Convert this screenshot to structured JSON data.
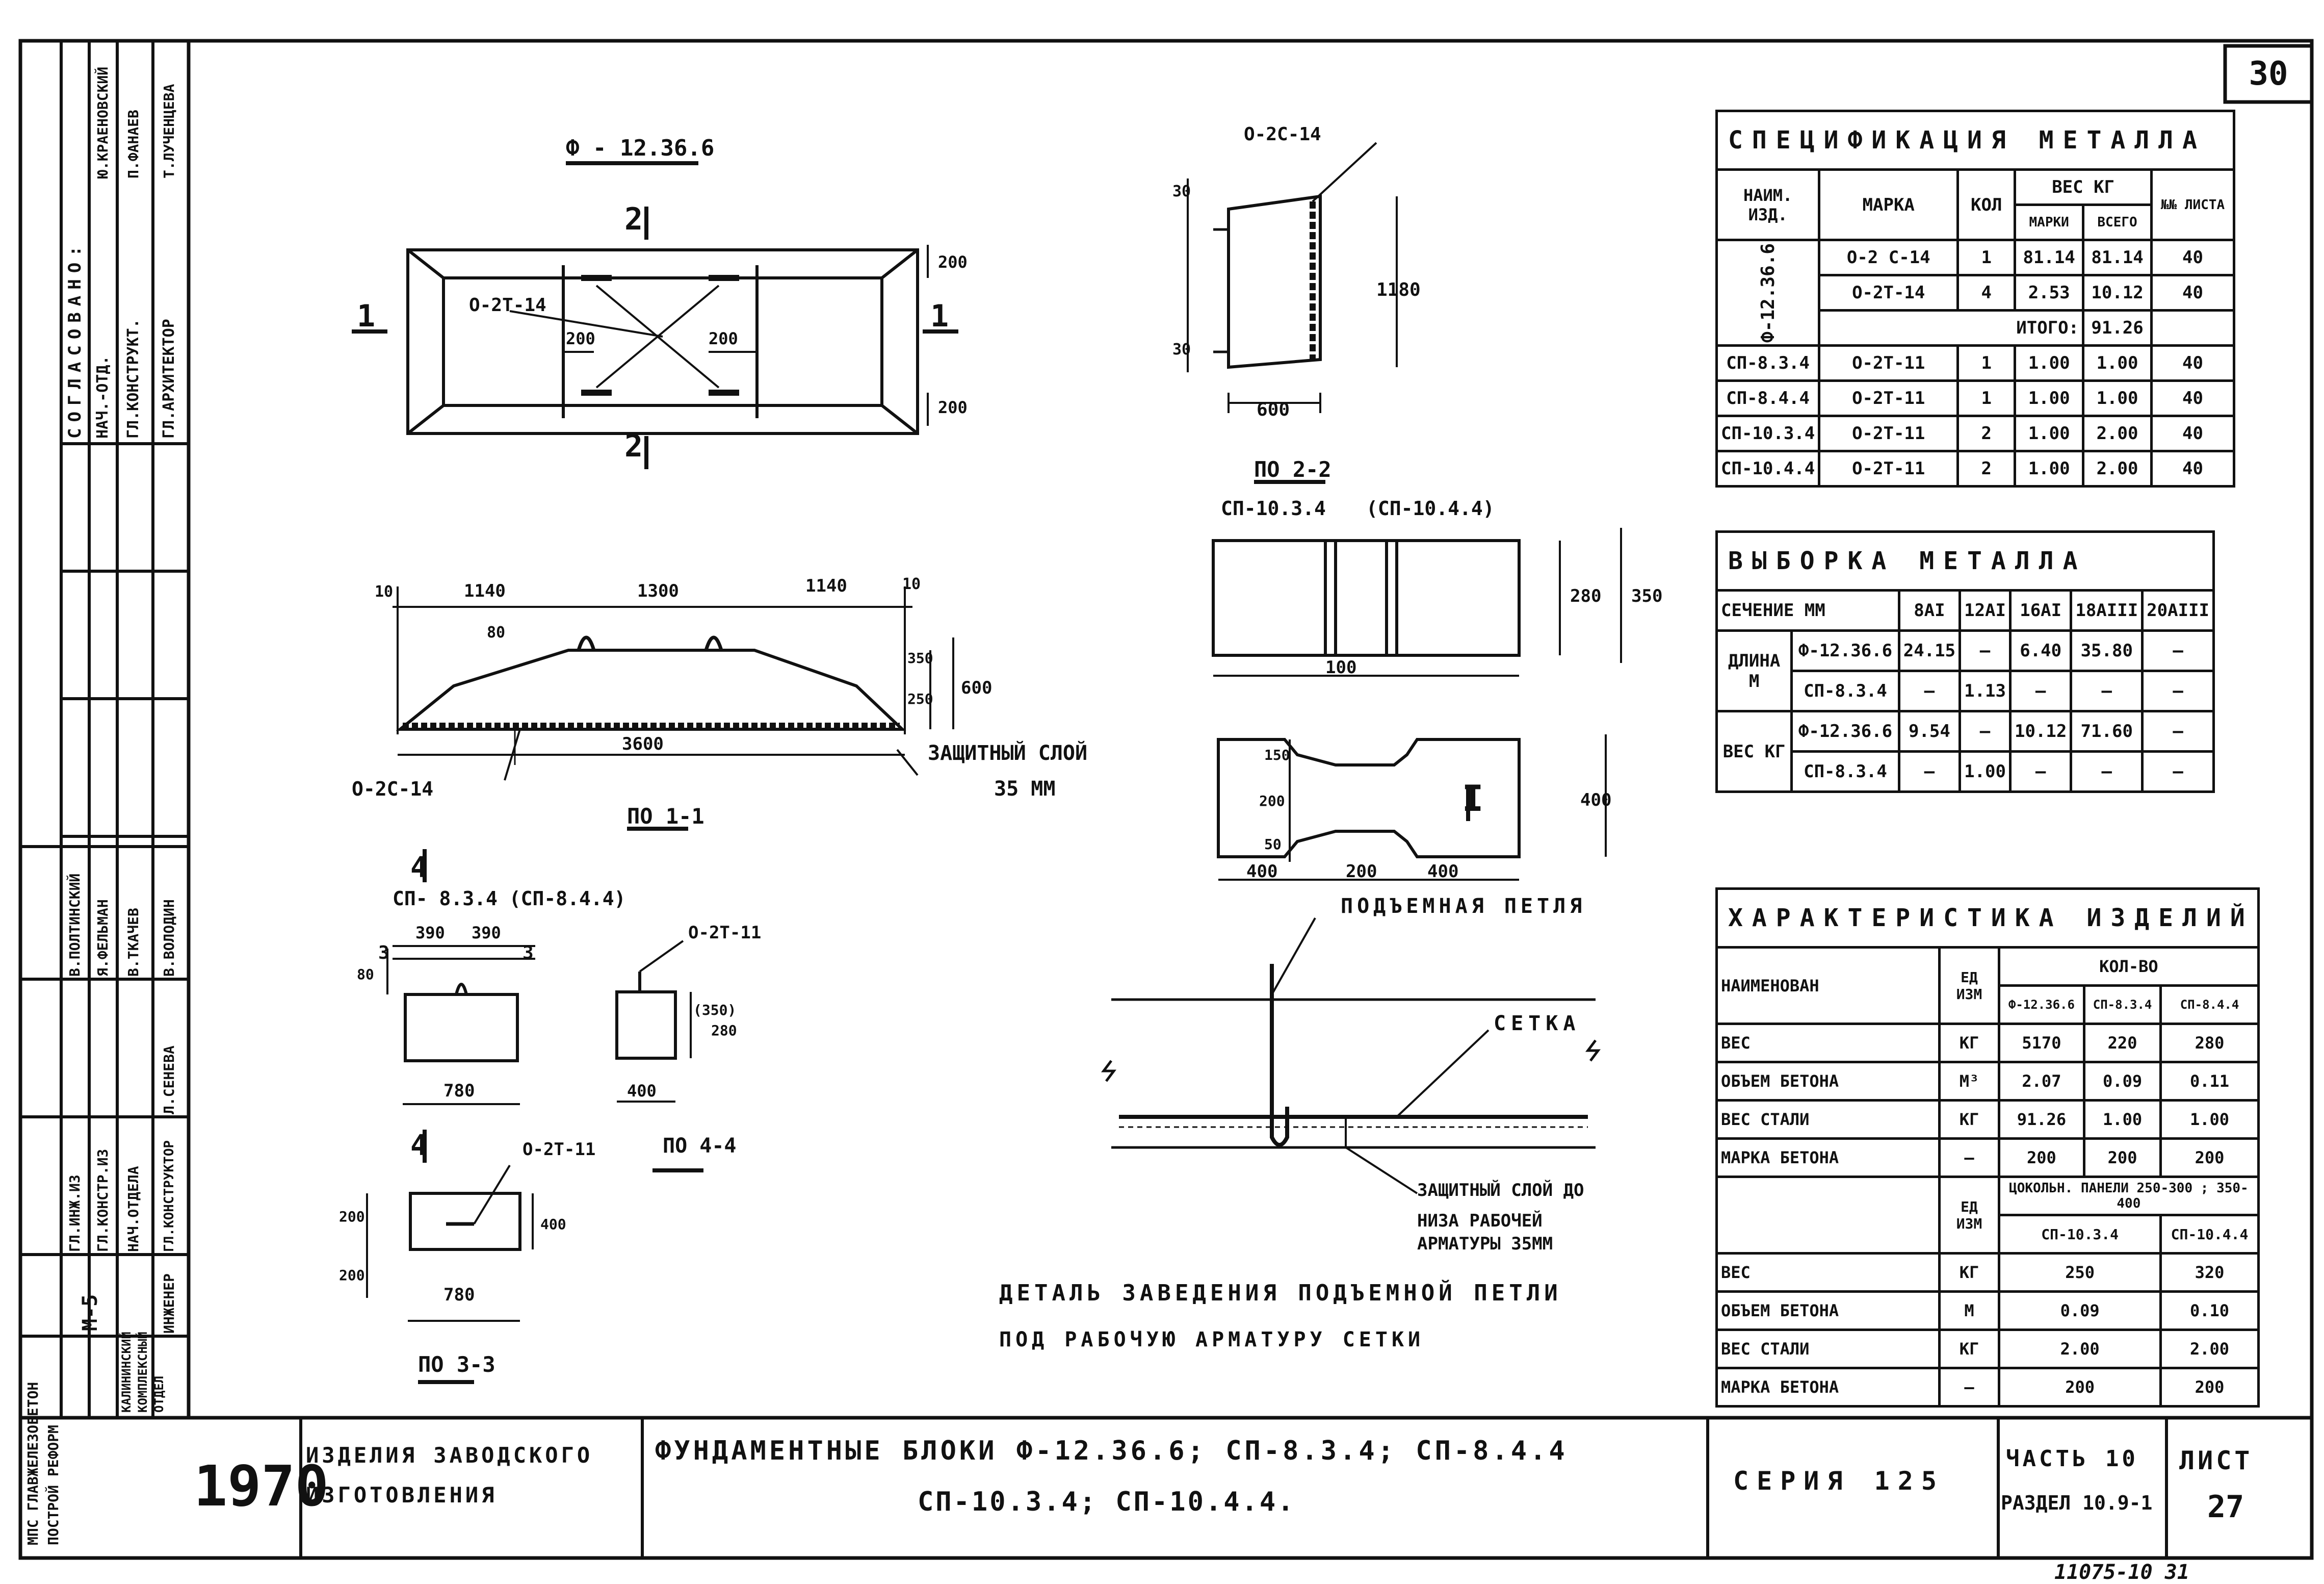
{
  "sheet_number": "30",
  "footer_ref": "11075-10  31",
  "stamp": {
    "year": "1970",
    "group": "ИЗДЕЛИЯ ЗАВОДСКОГО ИЗГОТОВЛЕНИЯ",
    "title_line1": "ФУНДАМЕНТНЫЕ БЛОКИ Ф-12.36.6; СП-8.3.4; СП-8.4.4",
    "title_line2": "СП-10.3.4;  СП-10.4.4.",
    "series": "СЕРИЯ  125",
    "part": "ЧАСТЬ 10",
    "section": "РАЗДЕЛ 10.9-1",
    "sheet_label": "ЛИСТ",
    "sheet": "27",
    "org": "МПС ГЛАВЖЕЛЕЗОБЕТОН ПОСТРОЙ РЕФОРМ",
    "org2": "КАЛИНИНСКИЙ КОМПЛЕКСНЫЙ ОТДЕЛ",
    "code": "М-5"
  },
  "side_block": {
    "agreed_title": "СОГЛАСОВАНО:",
    "agreed_roles": [
      "НАЧ.-ОТД.",
      "ГЛ.КОНСТРУКТ.",
      "ГЛ.АРХИТЕКТОР"
    ],
    "agreed_names": [
      "Ю.КРАЕНОВСКИЙ",
      "П.ФАНАЕВ",
      "Т.ЛУЧЕНЦЕВА"
    ],
    "roles": [
      "ГЛ.ИНЖ.ИЗ",
      "ГЛ.КОНСТР.ИЗ",
      "НАЧ.ОТДЕЛА",
      "ГЛ.КОНСТРУКТОР",
      "ИНЖЕНЕР"
    ],
    "names": [
      "В.ПОЛТИНСКИЙ",
      "Я.ФЕЛЬМАН",
      "В.ТКАЧЕВ",
      "В.ВОЛОДИН",
      "Л.СЕНЕВА"
    ]
  },
  "spec_table": {
    "title": "СПЕЦИФИКАЦИЯ МЕТАЛЛА",
    "headers": {
      "item": "НАИМ. ИЗД.",
      "mark": "МАРКА",
      "qty": "КОЛ",
      "weight": "ВЕС КГ",
      "weight_mark": "МАРКИ",
      "weight_total": "ВСЕГО",
      "sheet": "№№ ЛИСТА"
    },
    "group_item": "Ф-12.36.6",
    "group_rows": [
      {
        "mark": "О-2 С-14",
        "qty": "1",
        "wm": "81.14",
        "wt": "81.14",
        "sheet": "40"
      },
      {
        "mark": "О-2Т-14",
        "qty": "4",
        "wm": "2.53",
        "wt": "10.12",
        "sheet": "40"
      }
    ],
    "total_label": "ИТОГО:",
    "total_value": "91.26",
    "rows": [
      {
        "item": "СП-8.3.4",
        "mark": "О-2Т-11",
        "qty": "1",
        "wm": "1.00",
        "wt": "1.00",
        "sheet": "40"
      },
      {
        "item": "СП-8.4.4",
        "mark": "О-2Т-11",
        "qty": "1",
        "wm": "1.00",
        "wt": "1.00",
        "sheet": "40"
      },
      {
        "item": "СП-10.3.4",
        "mark": "О-2Т-11",
        "qty": "2",
        "wm": "1.00",
        "wt": "2.00",
        "sheet": "40"
      },
      {
        "item": "СП-10.4.4",
        "mark": "О-2Т-11",
        "qty": "2",
        "wm": "1.00",
        "wt": "2.00",
        "sheet": "40"
      }
    ]
  },
  "vyborka_table": {
    "title": "ВЫБОРКА МЕТАЛЛА",
    "section_label": "СЕЧЕНИЕ ММ",
    "sections": [
      "8АI",
      "12АI",
      "16АI",
      "18АIII",
      "20АIII"
    ],
    "length_label": "ДЛИНА М",
    "weight_label": "ВЕС КГ",
    "length_rows": [
      {
        "item": "Ф-12.36.6",
        "vals": [
          "24.15",
          "—",
          "6.40",
          "35.80",
          "—"
        ]
      },
      {
        "item": "СП-8.3.4",
        "vals": [
          "—",
          "1.13",
          "—",
          "—",
          "—"
        ]
      }
    ],
    "weight_rows": [
      {
        "item": "Ф-12.36.6",
        "vals": [
          "9.54",
          "—",
          "10.12",
          "71.60",
          "—"
        ]
      },
      {
        "item": "СП-8.3.4",
        "vals": [
          "—",
          "1.00",
          "—",
          "—",
          "—"
        ]
      }
    ]
  },
  "char_table": {
    "title": "ХАРАКТЕРИСТИКА ИЗДЕЛИЙ",
    "h_name": "НАИМЕНОВАН",
    "h_unit": "ЕД ИЗМ",
    "h_qty": "КОЛ-ВО",
    "cols": [
      "Ф-12.36.6",
      "СП-8.3.4",
      "СП-8.4.4"
    ],
    "rows": [
      {
        "name": "ВЕС",
        "unit": "КГ",
        "vals": [
          "5170",
          "220",
          "280"
        ]
      },
      {
        "name": "ОБЪЕМ БЕТОНА",
        "unit": "М³",
        "vals": [
          "2.07",
          "0.09",
          "0.11"
        ]
      },
      {
        "name": "ВЕС СТАЛИ",
        "unit": "КГ",
        "vals": [
          "91.26",
          "1.00",
          "1.00"
        ]
      },
      {
        "name": "МАРКА БЕТОНА",
        "unit": "—",
        "vals": [
          "200",
          "200",
          "200"
        ]
      }
    ],
    "sub_unit": "ЕД ИЗМ",
    "sub_header": "ЦОКОЛЬН. ПАНЕЛИ 250-300 ; 350-400",
    "cols2": [
      "СП-10.3.4",
      "СП-10.4.4"
    ],
    "rows2": [
      {
        "name": "ВЕС",
        "unit": "КГ",
        "vals": [
          "250",
          "320"
        ]
      },
      {
        "name": "ОБЪЕМ БЕТОНА",
        "unit": "М",
        "vals": [
          "0.09",
          "0.10"
        ]
      },
      {
        "name": "ВЕС СТАЛИ",
        "unit": "КГ",
        "vals": [
          "2.00",
          "2.00"
        ]
      },
      {
        "name": "МАРКА БЕТОНА",
        "unit": "—",
        "vals": [
          "200",
          "200"
        ]
      }
    ]
  },
  "drawing": {
    "plan_title": "Ф - 12.36.6",
    "sec2": "2",
    "sec1": "1",
    "plan_mark": "О-2Т-14",
    "plan_dim_a": "200",
    "plan_dim_b": "200",
    "plan_dim_c": "200",
    "plan_dim_d": "200",
    "sec22_mark": "О-2С-14",
    "sec22_h": "1180",
    "sec22_w": "600",
    "sec22_30a": "30",
    "sec22_30b": "30",
    "sec22_label": "ПО 2-2",
    "sp_label_a": "СП-10.3.4",
    "sp_label_b": "(СП-10.4.4)",
    "sp_dim_280": "280",
    "sp_dim_350": "350",
    "sp_dim_100": "100",
    "sp_dim_150": "150",
    "sp_dim_200": "200",
    "sp_dim_50": "50",
    "sp_dim_400h": "400",
    "sp_bot_a": "400",
    "sp_bot_b": "200",
    "sp_bot_c": "400",
    "sp_I": "I",
    "sec11_d10a": "10",
    "sec11_d1140a": "1140",
    "sec11_d1300": "1300",
    "sec11_d1140b": "1140",
    "sec11_d10b": "10",
    "sec11_80": "80",
    "sec11_350": "350",
    "sec11_250": "250",
    "sec11_600": "600",
    "sec11_3600": "3600",
    "sec11_mark": "О-2С-14",
    "sec11_label": "ПО 1-1",
    "protect_a": "ЗАЩИТНЫЙ СЛОЙ",
    "protect_b": "35 ММ",
    "sp834_label": "СП- 8.3.4 (СП-8.4.4)",
    "sec4": "4",
    "sp834_390a": "390",
    "sp834_390b": "390",
    "sp834_3a": "3",
    "sp834_3b": "3",
    "sp834_80": "80",
    "sp834_780": "780",
    "sec44_mark": "О-2Т-11",
    "sec44_280": "280",
    "sec44_350": "(350)",
    "sec44_400": "400",
    "sec44_label": "ПО 4-4",
    "sec33_mark": "О-2Т-11",
    "sec33_200a": "200",
    "sec33_200b": "200",
    "sec33_400": "400",
    "sec33_780": "780",
    "sec33_label": "ПО 3-3",
    "loop_label": "ПОДЪЕМНАЯ ПЕТЛЯ",
    "mesh_label": "СЕТКА",
    "detail_protect_a": "ЗАЩИТНЫЙ СЛОЙ ДО",
    "detail_protect_b": "НИЗА РАБОЧЕЙ",
    "detail_protect_c": "АРМАТУРЫ 35ММ",
    "detail_title_a": "ДЕТАЛЬ ЗАВЕДЕНИЯ ПОДЪЕМНОЙ ПЕТЛИ",
    "detail_title_b": "ПОД РАБОЧУЮ АРМАТУРУ СЕТКИ"
  }
}
